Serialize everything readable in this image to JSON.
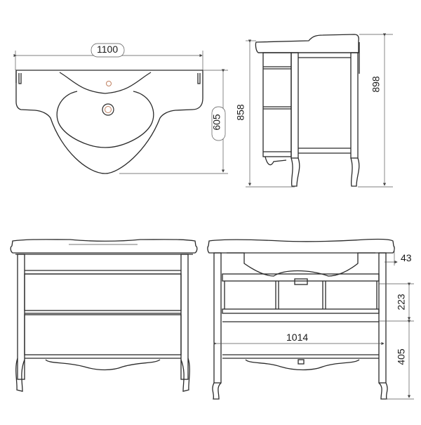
{
  "drawing": {
    "subject": "Vanity unit with washbasin - technical dimension drawing",
    "units": "mm",
    "line_color": "#2a2a2a",
    "accent_color": "#c08060",
    "views": {
      "top_view": {
        "name": "Top view (washbasin)",
        "dimensions": {
          "width": "1100",
          "depth": "605"
        }
      },
      "side_view": {
        "name": "Side view",
        "dimensions": {
          "cabinet_height": "858",
          "total_height": "898"
        }
      },
      "front_view": {
        "name": "Front view",
        "drawers": 2
      },
      "front_section_view": {
        "name": "Front view (drawers removed)",
        "dimensions": {
          "top_offset": "43",
          "upper_compartment_height": "223",
          "lower_compartment_height": "405",
          "inner_width": "1014"
        }
      }
    }
  }
}
